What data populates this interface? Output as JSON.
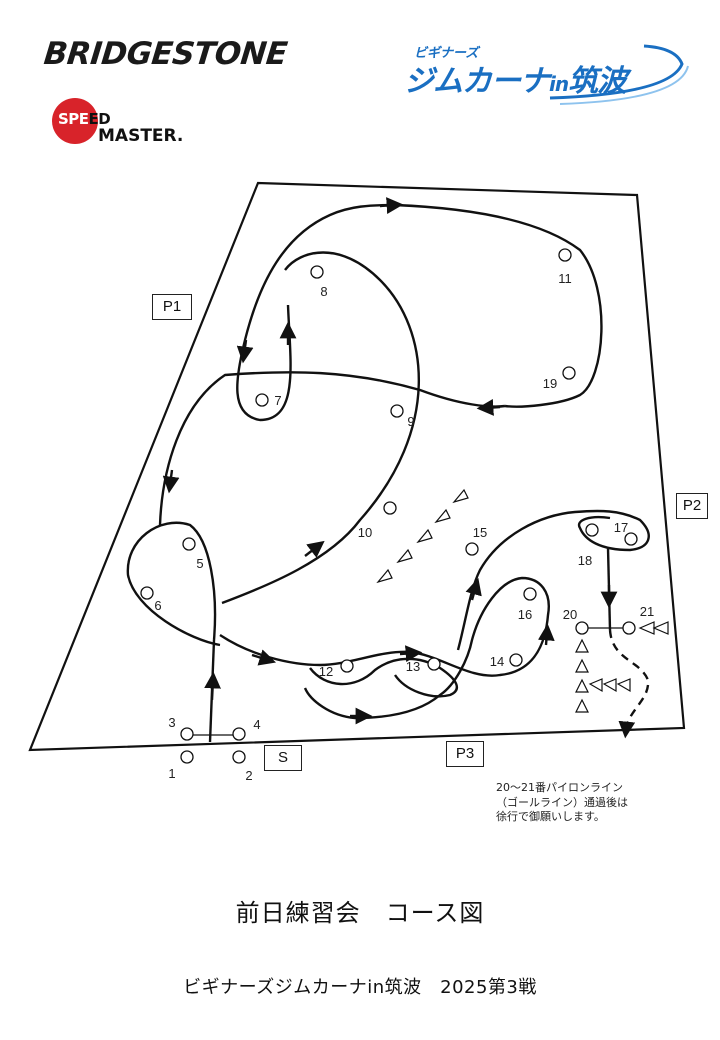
{
  "logos": {
    "bridgestone": "BRIDGESTONE",
    "gymkhana_sub": "ビギナーズ",
    "gymkhana_main_a": "ジムカーナ",
    "gymkhana_main_in": "in",
    "gymkhana_main_b": "筑波",
    "speed_a": "SPE",
    "speed_b": "ED",
    "master": "MASTER."
  },
  "course": {
    "start_label": "S",
    "paddocks": [
      "P1",
      "P2",
      "P3"
    ],
    "pylons": [
      "1",
      "2",
      "3",
      "4",
      "5",
      "6",
      "7",
      "8",
      "9",
      "10",
      "11",
      "12",
      "13",
      "14",
      "15",
      "16",
      "17",
      "18",
      "19",
      "20",
      "21"
    ]
  },
  "note": {
    "line1": "20〜21番パイロンライン",
    "line2": "（ゴールライン）通過後は",
    "line3": "徐行で御願いします。"
  },
  "title": "前日練習会　コース図",
  "subtitle": "ビギナーズジムカーナin筑波　2025第3戦",
  "colors": {
    "logo_blue": "#1a6fc2",
    "logo_red": "#d8232a",
    "line": "#111111"
  }
}
